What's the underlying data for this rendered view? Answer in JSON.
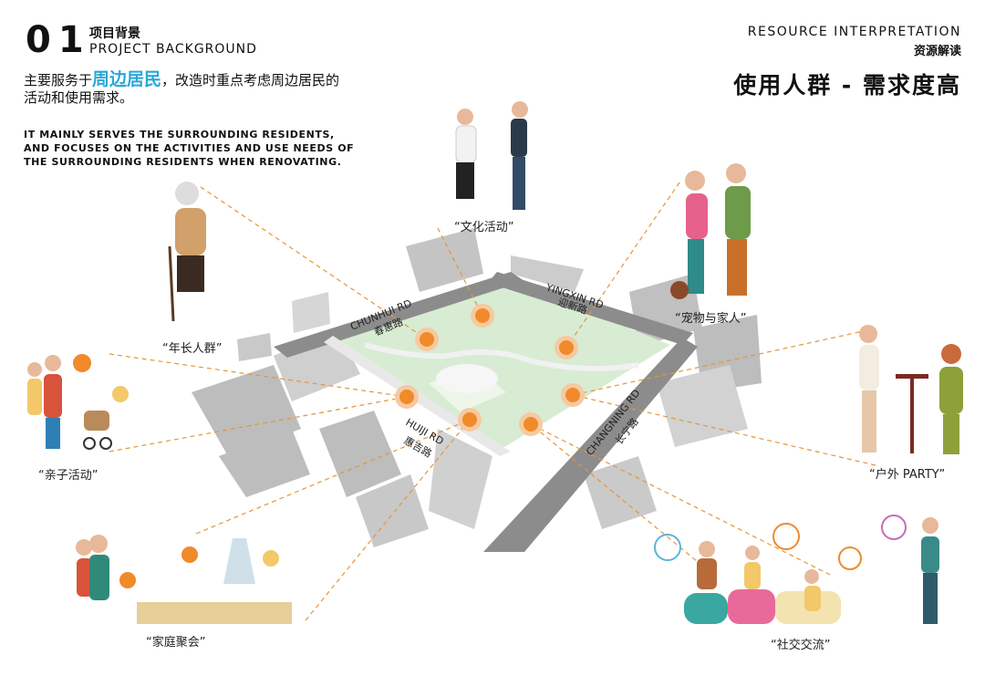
{
  "header": {
    "num": "01",
    "title_cn": "项目背景",
    "title_en": "PROJECT BACKGROUND"
  },
  "intro": {
    "cn_pre": "主要服务于",
    "cn_highlight": "周边居民",
    "cn_post": "，改造时重点考虑周边居民的活动和使用需求。",
    "en": "IT MAINLY SERVES THE SURROUNDING RESIDENTS, AND FOCUSES ON THE ACTIVITIES AND USE NEEDS OF THE SURROUNDING RESIDENTS WHEN RENOVATING."
  },
  "resource": {
    "en": "RESOURCE INTERPRETATION",
    "cn": "资源解读",
    "headline": "使用人群 - 需求度高"
  },
  "roads": {
    "chunhui_en": "CHUNHUI RD",
    "chunhui_cn": "春惠路",
    "yingxin_en": "YINGXIN RD",
    "yingxin_cn": "迎新路",
    "changning_en": "CHANGNING RD",
    "changning_cn": "长宁路",
    "huiji_en": "HUIJI RD",
    "huiji_cn": "惠吉路"
  },
  "groups": {
    "culture": "“文化活动”",
    "pets": "“宠物与家人”",
    "elderly": "“年长人群”",
    "parent_child": "“亲子活动”",
    "party": "“户外 PARTY”",
    "family": "“家庭聚会”",
    "social": "“社交交流”"
  },
  "colors": {
    "accent": "#2aa7d8",
    "marker": "#f08a2b",
    "park": "#d7ecd2",
    "road": "#8c8c8c",
    "dash": "#e6953a"
  }
}
